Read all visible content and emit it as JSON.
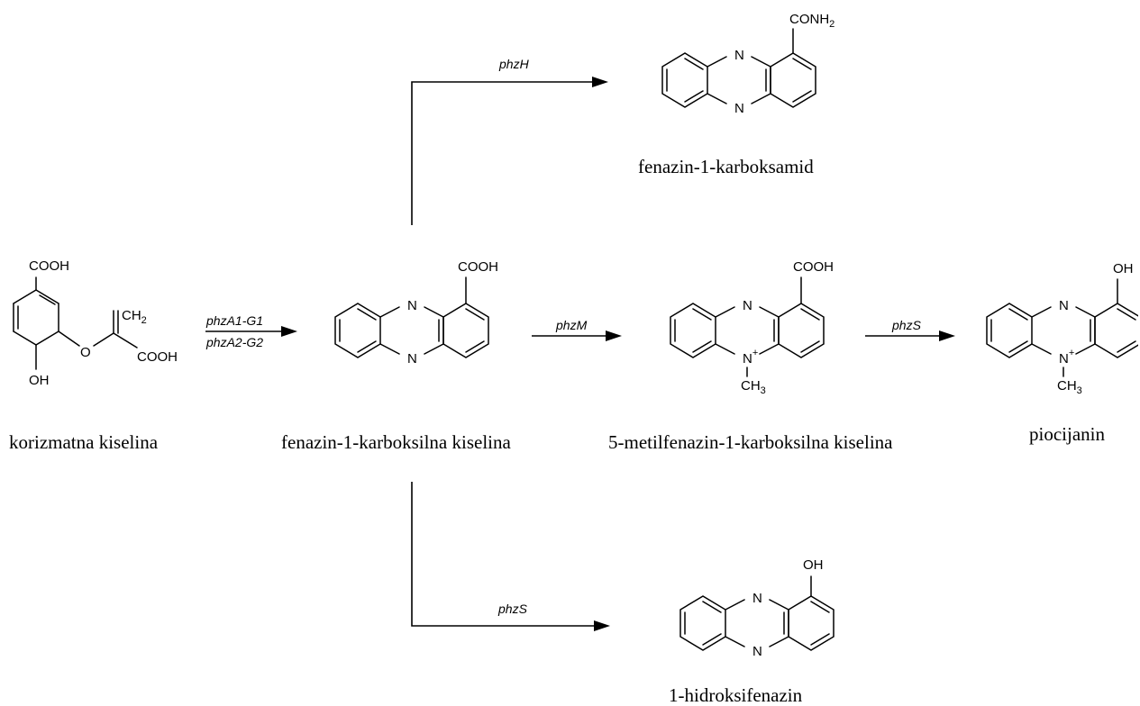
{
  "enzymes": {
    "phzA": "phzA1-G1",
    "phzA2": "phzA2-G2",
    "phzH": "phzH",
    "phzM": "phzM",
    "phzS_main": "phzS",
    "phzS_bottom": "phzS"
  },
  "compounds": {
    "chorismic": "korizmatna kiselina",
    "pca": "fenazin-1-karboksilna kiselina",
    "methyl_pca": "5-metilfenazin-1-karboksilna kiselina",
    "pyocyanin": "piocijanin",
    "carboxamide": "fenazin-1-karboksamid",
    "hydroxyphenazine": "1-hidroksifenazin"
  },
  "atoms": {
    "cooh": "COOH",
    "conh2_main": "CONH",
    "subscript_2": "2",
    "ch2_main": "CH",
    "ch3_main": "CH",
    "subscript_3": "3",
    "oh": "OH",
    "o": "O",
    "n": "N",
    "plus": "+"
  }
}
